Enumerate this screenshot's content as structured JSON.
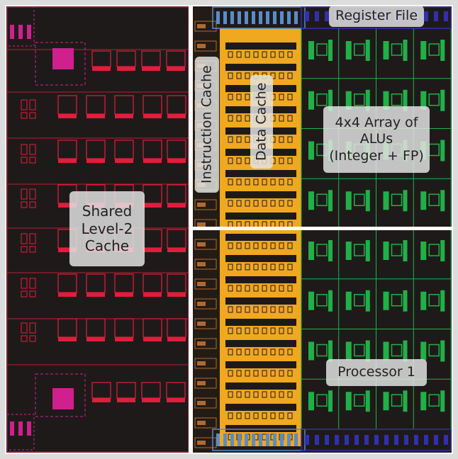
{
  "labels": {
    "shared_cache": "Shared\nLevel-2\nCache",
    "instruction_cache": "Instruction Cache",
    "data_cache": "Data Cache",
    "register_file": "Register File",
    "alu_array": "4x4 Array of\nALUs\n(Integer + FP)",
    "processor": "Processor 1"
  },
  "colors": {
    "background": "#1f1a1a",
    "frame": "#dcdcdc",
    "cache_red": "#e01e3c",
    "cache_magenta": "#d0208e",
    "data_cache_orange": "#f0a820",
    "alu_green": "#20b048",
    "register_blue": "#5a8cc8",
    "register_darkblue": "#3030b0",
    "icache_brown": "#b06a30",
    "divider_white": "#ffffff"
  }
}
